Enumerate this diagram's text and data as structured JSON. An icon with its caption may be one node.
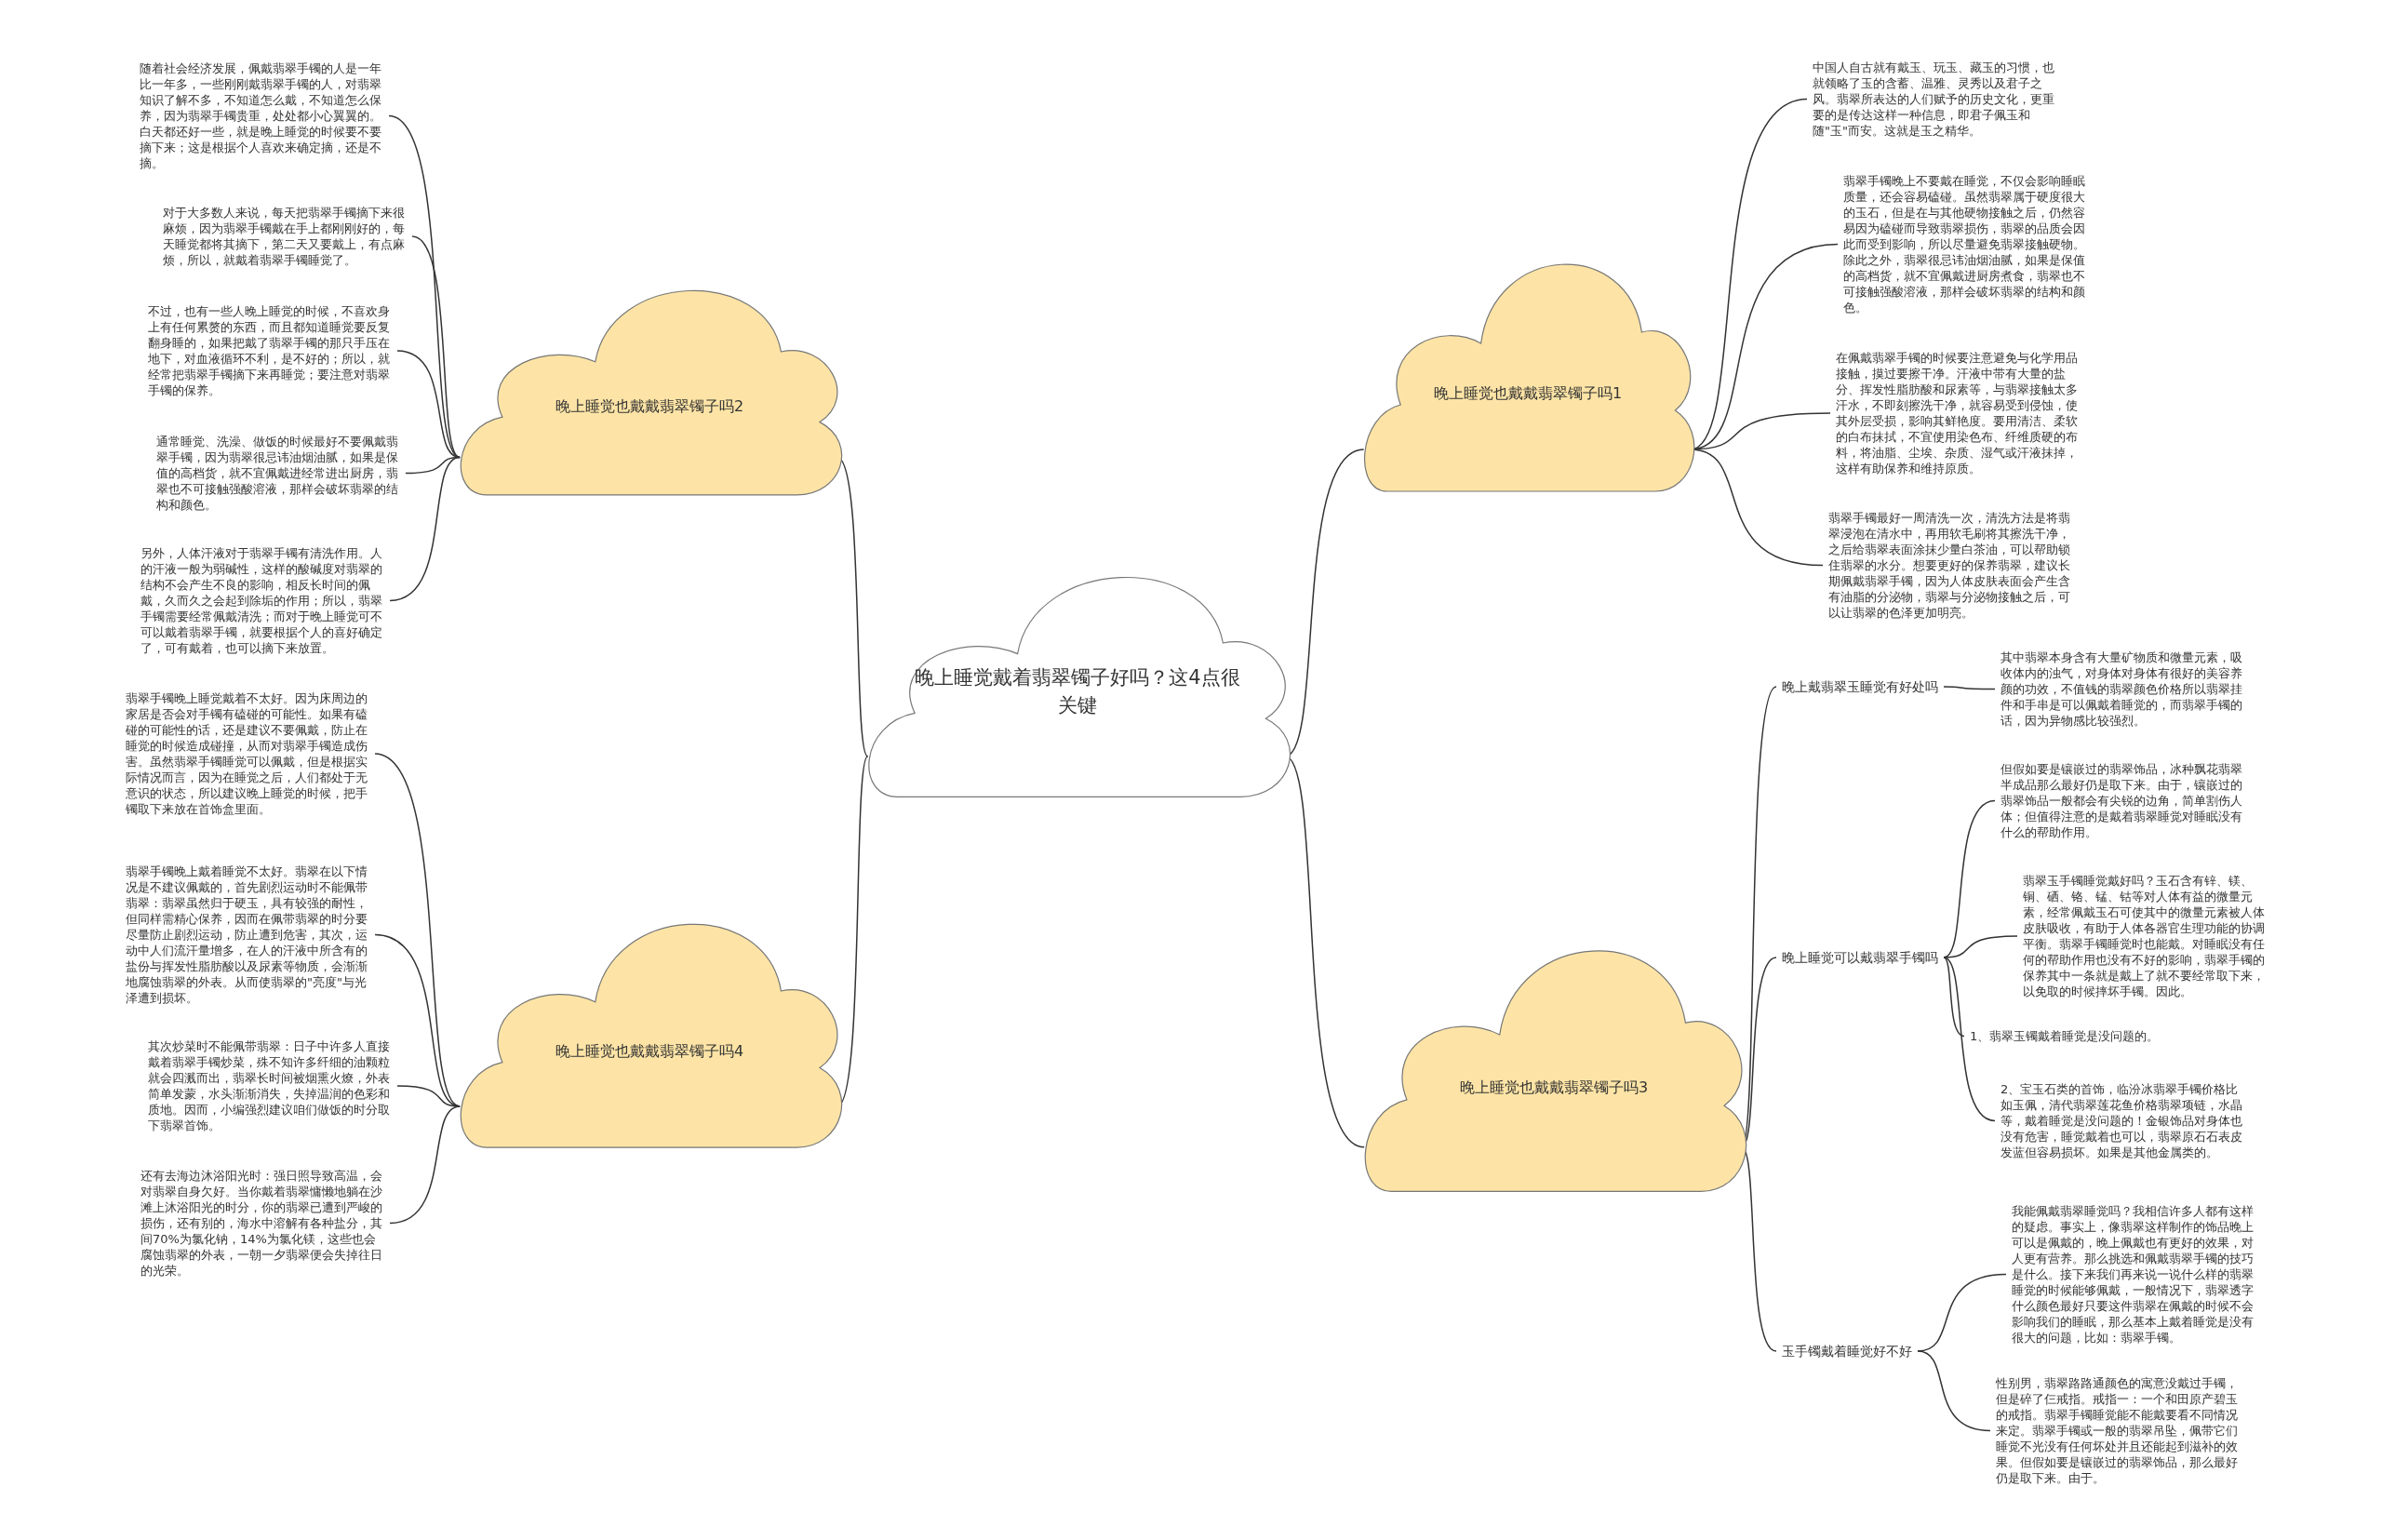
{
  "diagram": {
    "nodes": [
      {
        "text": [
          "晚上睡觉戴着翡翠镯子好吗？这4点很关键"
        ]
      },
      {
        "text": [
          "晚上睡觉也戴戴翡翠镯子吗2"
        ]
      },
      {
        "text": [
          "随着社会经济发展，佩戴翡翠手镯的人是一年比一年多，一些刚刚戴翡翠手镯的人，对翡翠知识了解不多，不知道怎么戴，不知道怎么保养，因为翡翠手镯贵重，处处都小心翼翼的。白天都还好一些，就是晚上睡觉的时候要不要摘下来；这是根据个人喜欢来确定摘，还是不摘。"
        ]
      },
      {
        "text": [
          "对于大多数人来说，每天把翡翠手镯摘下来很麻烦，因为翡翠手镯戴在手上都刚刚好的，每天睡觉都将其摘下，第二天又要戴上，有点麻烦，所以，就戴着翡翠手镯睡觉了。"
        ]
      },
      {
        "text": [
          "不过，也有一些人晚上睡觉的时候，不喜欢身上有任何累赘的东西，而且都知道睡觉要反复翻身睡的，如果把戴了翡翠手镯的那只手压在地下，对血液循环不利，是不好的；所以，就经常把翡翠手镯摘下来再睡觉；要注意对翡翠手镯的保养。"
        ]
      },
      {
        "text": [
          "通常睡觉、洗澡、做饭的时候最好不要佩戴翡翠手镯，因为翡翠很忌讳油烟油腻，如果是保值的高档货，就不宜佩戴进经常进出厨房，翡翠也不可接触强酸溶液，那样会破坏翡翠的结构和颜色。"
        ]
      },
      {
        "text": [
          "另外，人体汗液对于翡翠手镯有清洗作用。人的汗液一般为弱碱性，这样的酸碱度对翡翠的结构不会产生不良的影响，相反长时间的佩戴，久而久之会起到除垢的作用；所以，翡翠手镯需要经常佩戴清洗；而对于晚上睡觉可不可以戴着翡翠手镯，就要根据个人的喜好确定了，可有戴着，也可以摘下来放置。"
        ]
      },
      {
        "text": [
          "晚上睡觉也戴戴翡翠镯子吗4"
        ]
      },
      {
        "text": [
          "翡翠手镯晚上睡觉戴着不太好。因为床周边的家居是否会对手镯有磕碰的可能性。如果有磕碰的可能性的话，还是建议不要佩戴，防止在睡觉的时候造成碰撞，从而对翡翠手镯造成伤害。虽然翡翠手镯睡觉可以佩戴，但是根据实际情况而言，因为在睡觉之后，人们都处于无意识的状态，所以建议晚上睡觉的时候，把手镯取下来放在首饰盒里面。"
        ]
      },
      {
        "text": [
          "翡翠手镯晚上戴着睡觉不太好。翡翠在以下情况是不建议佩戴的，首先剧烈运动时不能佩带翡翠：翡翠虽然归于硬玉，具有较强的耐性，但同样需精心保养，因而在佩带翡翠的时分要尽量防止剧烈运动，防止遭到危害，其次，运动中人们流汗量增多，在人的汗液中所含有的盐份与挥发性脂肪酸以及尿素等物质，会渐渐地腐蚀翡翠的外表。从而使翡翠的\"亮度\"与光泽遭到损坏。"
        ]
      },
      {
        "text": [
          "其次炒菜时不能佩带翡翠：日子中许多人直接戴着翡翠手镯炒菜，殊不知许多纤细的油颗粒就会四溅而出，翡翠长时间被烟熏火燎，外表简单发蒙，水头渐渐消失，失掉温润的色彩和质地。因而，小编强烈建议咱们做饭的时分取下翡翠首饰。"
        ]
      },
      {
        "text": [
          "还有去海边沐浴阳光时：强日照导致高温，会对翡翠自身欠好。当你戴着翡翠慵懒地躺在沙滩上沐浴阳光的时分，你的翡翠已遭到严峻的损伤，还有别的，海水中溶解有各种盐分，其间70%为氯化钠，14%为氯化镁，这些也会腐蚀翡翠的外表，一朝一夕翡翠便会失掉往日的光荣。"
        ]
      },
      {
        "text": [
          "晚上睡觉也戴戴翡翠镯子吗1"
        ]
      },
      {
        "text": [
          "中国人自古就有戴玉、玩玉、藏玉的习惯，也就领略了玉的含蓄、温雅、灵秀以及君子之风。翡翠所表达的人们赋予的历史文化，更重要的是传达这样一种信息，即君子佩玉和随\"玉\"而安。这就是玉之精华。"
        ]
      },
      {
        "text": [
          "翡翠手镯晚上不要戴在睡觉，不仅会影响睡眠质量，还会容易磕碰。虽然翡翠属于硬度很大的玉石，但是在与其他硬物接触之后，仍然容易因为磕碰而导致翡翠损伤，翡翠的品质会因此而受到影响，所以尽量避免翡翠接触硬物。除此之外，翡翠很忌讳油烟油腻，如果是保值的高档货，就不宜佩戴进厨房煮食，翡翠也不可接触强酸溶液，那样会破坏翡翠的结构和颜色。"
        ]
      },
      {
        "text": [
          "在佩戴翡翠手镯的时候要注意避免与化学用品接触，摸过要擦干净。汗液中带有大量的盐分、挥发性脂肪酸和尿素等，与翡翠接触太多汗水，不即刻擦洗干净，就容易受到侵蚀，使其外层受损，影响其鲜艳度。要用清洁、柔软的白布抹拭，不宜使用染色布、纤维质硬的布料，将油脂、尘埃、杂质、湿气或汗液抹掉，这样有助保养和维持原质。"
        ]
      },
      {
        "text": [
          "翡翠手镯最好一周清洗一次，清洗方法是将翡翠浸泡在清水中，再用软毛刷将其擦洗干净，之后给翡翠表面涂抹少量白茶油，可以帮助锁住翡翠的水分。想要更好的保养翡翠，建议长期佩戴翡翠手镯，因为人体皮肤表面会产生含有油脂的分泌物，翡翠与分泌物接触之后，可以让翡翠的色泽更加明亮。"
        ]
      },
      {
        "text": [
          "晚上睡觉也戴戴翡翠镯子吗3"
        ]
      },
      {
        "text": [
          "晚上戴翡翠玉睡觉有好处吗"
        ]
      },
      {
        "text": [
          "其中翡翠本身含有大量矿物质和微量元素，吸收体内的浊气，对身体对身体有很好的美容养颜的功效，不值钱的翡翠颜色价格所以翡翠挂件和手串是可以佩戴着睡觉的，而翡翠手镯的话，因为异物感比较强烈。"
        ]
      },
      {
        "text": [
          "晚上睡觉可以戴翡翠手镯吗"
        ]
      },
      {
        "text": [
          "但假如要是镶嵌过的翡翠饰品，冰种飘花翡翠半成品那么最好仍是取下来。由于，镶嵌过的翡翠饰品一般都会有尖锐的边角，简单割伤人体；但值得注意的是戴着翡翠睡觉对睡眠没有什么的帮助作用。"
        ]
      },
      {
        "text": [
          "翡翠玉手镯睡觉戴好吗？玉石含有锌、镁、铜、硒、铬、锰、钴等对人体有益的微量元素，经常佩戴玉石可使其中的微量元素被人体皮肤吸收，有助于人体各器官生理功能的协调平衡。翡翠手镯睡觉时也能戴。对睡眠没有任何的帮助作用也没有不好的影响，翡翠手镯的保养其中一条就是戴上了就不要经常取下来，以免取的时候摔坏手镯。因此。"
        ]
      },
      {
        "text": [
          "1、翡翠玉镯戴着睡觉是没问题的。"
        ]
      },
      {
        "text": [
          "2、宝玉石类的首饰，临汾冰翡翠手镯价格比如玉佩，清代翡翠莲花鱼价格翡翠项链，水晶等，戴着睡觉是没问题的！金银饰品对身体也没有危害，睡觉戴着也可以，翡翠原石石表皮发蓝但容易损坏。如果是其他金属类的。"
        ]
      },
      {
        "text": [
          "玉手镯戴着睡觉好不好"
        ]
      },
      {
        "text": [
          "我能佩戴翡翠睡觉吗？我相信许多人都有这样的疑虑。事实上，像翡翠这样制作的饰品晚上可以是佩戴的，晚上佩戴也有更好的效果，对人更有营养。那么挑选和佩戴翡翠手镯的技巧是什么。接下来我们再来说一说什么样的翡翠睡觉的时候能够佩戴，一般情况下，翡翠透字什么颜色最好只要这件翡翠在佩戴的时候不会影响我们的睡眠，那么基本上戴着睡觉是没有很大的问题，比如：翡翠手镯。"
        ]
      },
      {
        "text": [
          "性别男，翡翠路路通颜色的寓意没戴过手镯，但是碎了仨戒指。戒指一：一个和田原产碧玉的戒指。翡翠手镯睡觉能不能戴要看不同情况来定。翡翠手镯或一般的翡翠吊坠，佩带它们睡觉不光没有任何坏处并且还能起到滋补的效果。但假如要是镶嵌过的翡翠饰品，那么最好仍是取下来。由于。"
        ]
      }
    ],
    "edges": [
      {
        "from": 0,
        "to": 1,
        "arrow": "none"
      },
      {
        "from": 0,
        "to": 7,
        "arrow": "none"
      },
      {
        "from": 0,
        "to": 12,
        "arrow": "none"
      },
      {
        "from": 0,
        "to": 17,
        "arrow": "none"
      },
      {
        "from": 1,
        "to": 2,
        "arrow": "none"
      },
      {
        "from": 1,
        "to": 3,
        "arrow": "none"
      },
      {
        "from": 1,
        "to": 4,
        "arrow": "none"
      },
      {
        "from": 1,
        "to": 5,
        "arrow": "none"
      },
      {
        "from": 1,
        "to": 6,
        "arrow": "none"
      },
      {
        "from": 7,
        "to": 8,
        "arrow": "none"
      },
      {
        "from": 7,
        "to": 9,
        "arrow": "none"
      },
      {
        "from": 7,
        "to": 10,
        "arrow": "none"
      },
      {
        "from": 7,
        "to": 11,
        "arrow": "none"
      },
      {
        "from": 12,
        "to": 13,
        "arrow": "none"
      },
      {
        "from": 12,
        "to": 14,
        "arrow": "none"
      },
      {
        "from": 12,
        "to": 15,
        "arrow": "none"
      },
      {
        "from": 12,
        "to": 16,
        "arrow": "none"
      },
      {
        "from": 17,
        "to": 18,
        "arrow": "none"
      },
      {
        "from": 17,
        "to": 20,
        "arrow": "none"
      },
      {
        "from": 17,
        "to": 25,
        "arrow": "none"
      },
      {
        "from": 18,
        "to": 19,
        "arrow": "none"
      },
      {
        "from": 20,
        "to": 21,
        "arrow": "none"
      },
      {
        "from": 20,
        "to": 22,
        "arrow": "none"
      },
      {
        "from": 20,
        "to": 23,
        "arrow": "none"
      },
      {
        "from": 20,
        "to": 24,
        "arrow": "none"
      },
      {
        "from": 25,
        "to": 26,
        "arrow": "none"
      },
      {
        "from": 25,
        "to": 27,
        "arrow": "none"
      }
    ]
  }
}
